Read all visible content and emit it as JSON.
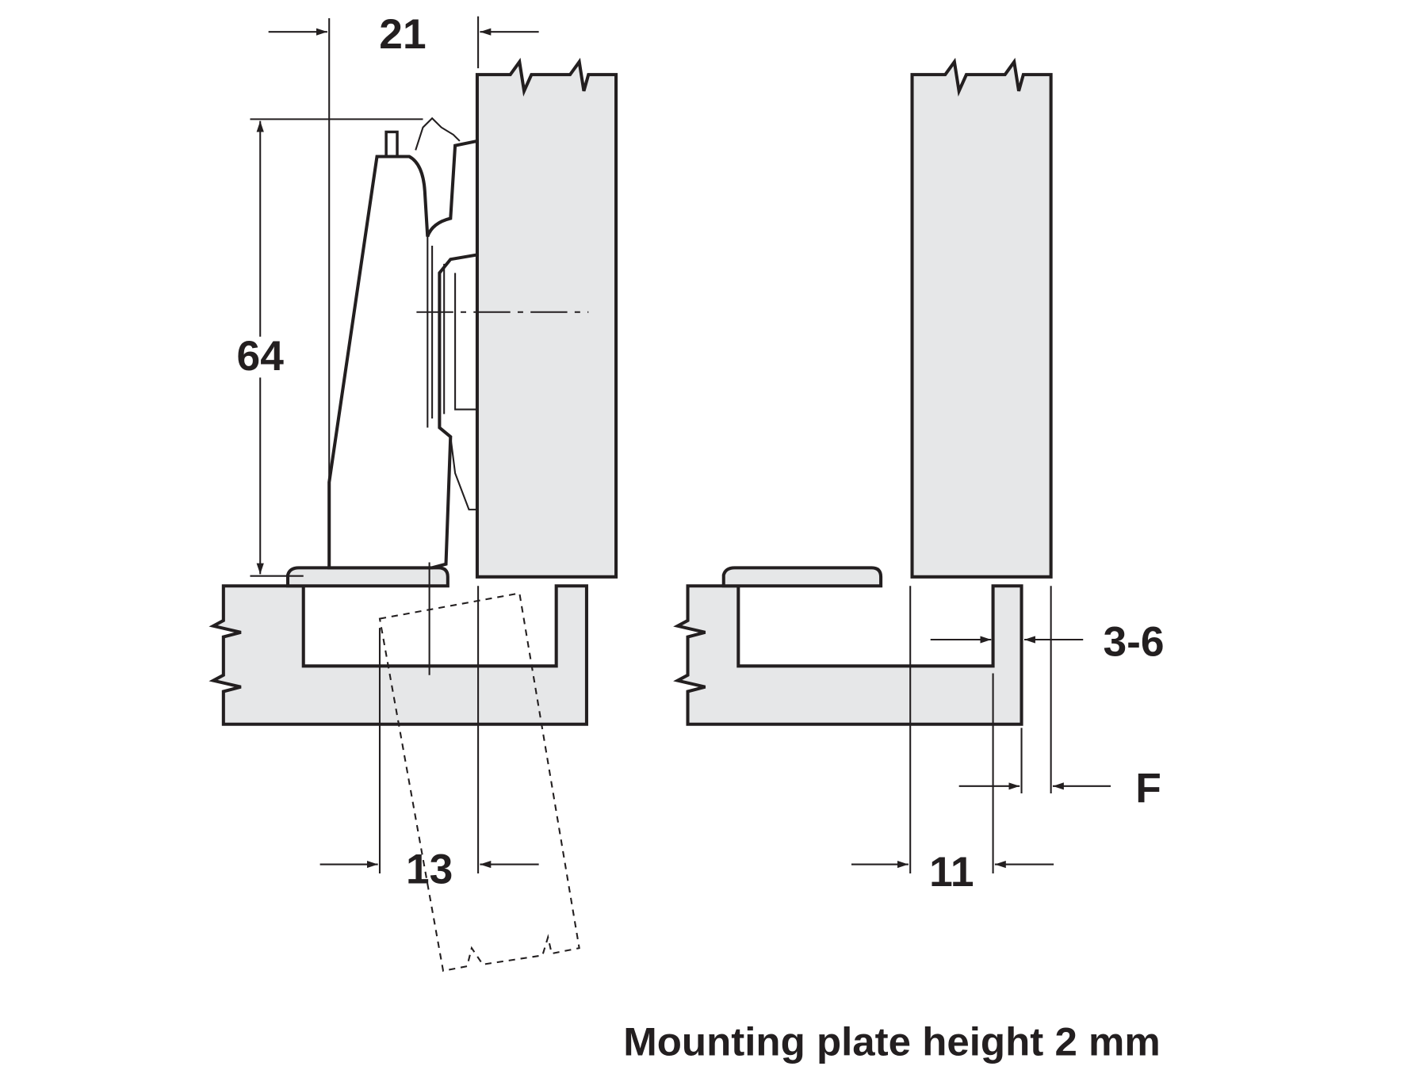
{
  "diagram": {
    "dimensions": {
      "overlay_width": "21",
      "hinge_height": "64",
      "cup_offset": "13",
      "door_gap_adjust": "3-6",
      "free_space": "F",
      "plate_offset": "11"
    },
    "caption": "Mounting plate height 2 mm",
    "colors": {
      "panel_fill": "#e6e7e8",
      "line": "#231f20"
    }
  }
}
